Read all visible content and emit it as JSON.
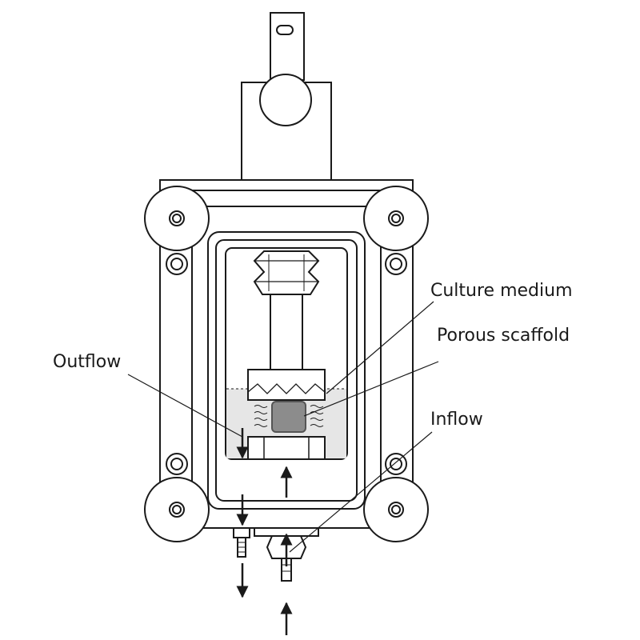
{
  "labels": {
    "culture_medium": "Culture medium",
    "porous_scaffold": "Porous scaffold",
    "outflow": "Outflow",
    "inflow": "Inflow"
  },
  "colors": {
    "line": "#1a1a1a",
    "medium": "#e6e6e6",
    "scaffold": "#8c8c8c",
    "background": "#ffffff"
  }
}
